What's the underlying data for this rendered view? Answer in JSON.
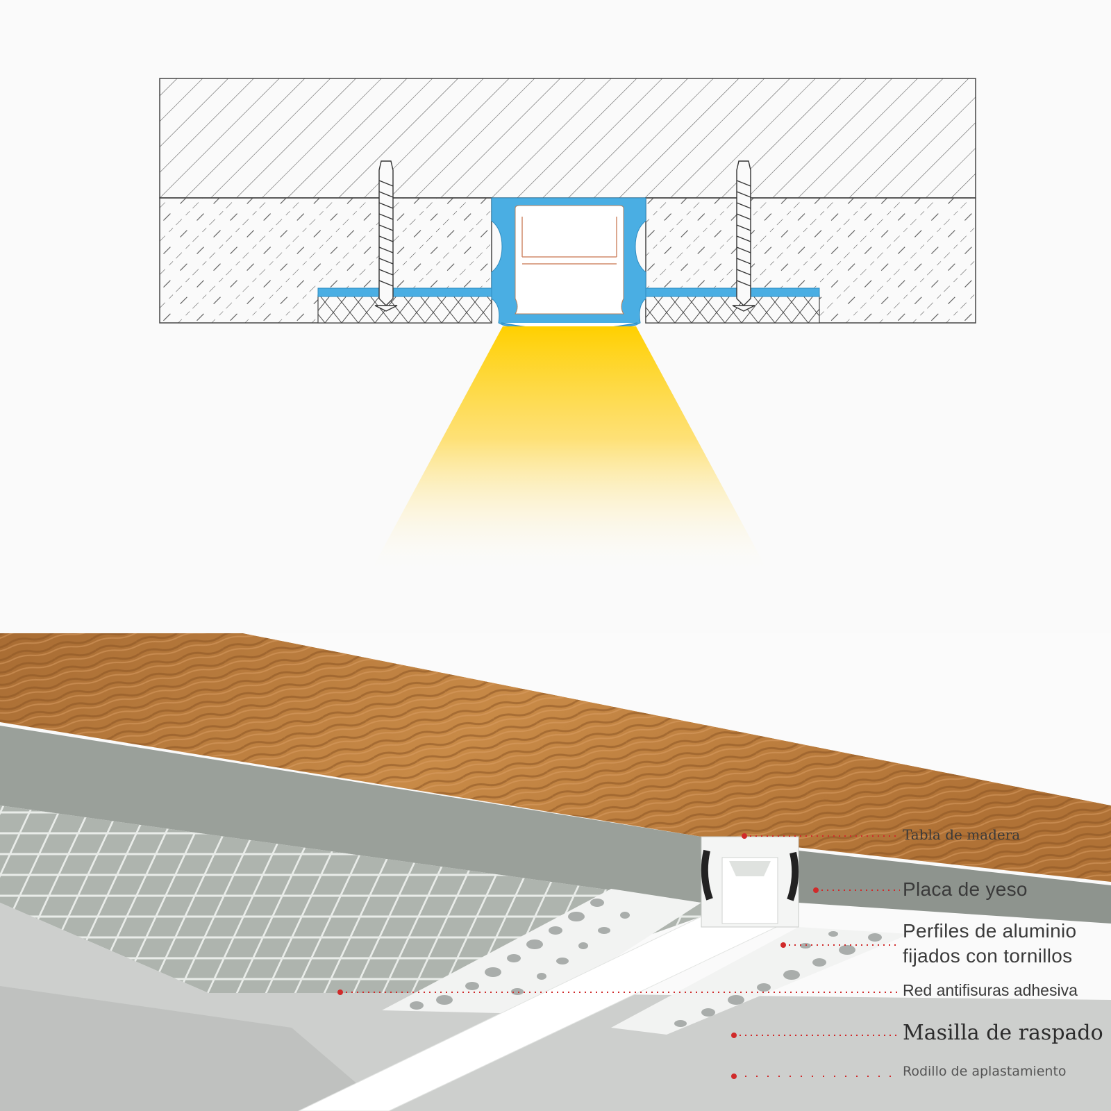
{
  "colors": {
    "profile_blue": "#4aaee3",
    "wood": "#b97a3c",
    "plaster": "#9aa09a",
    "light": "#ffd21a",
    "leader_red": "#d02a2a"
  },
  "labels": {
    "wood_board": "Tabla de madera",
    "gypsum_board": "Placa de yeso",
    "aluminum_profile_line1": "Perfiles de aluminio",
    "aluminum_profile_line2": "fijados con tornillos",
    "anti_crack_mesh": "Red antifisuras adhesiva",
    "scraping_putty": "Masilla de raspado",
    "crush_roller": "Rodillo de aplastamiento"
  }
}
